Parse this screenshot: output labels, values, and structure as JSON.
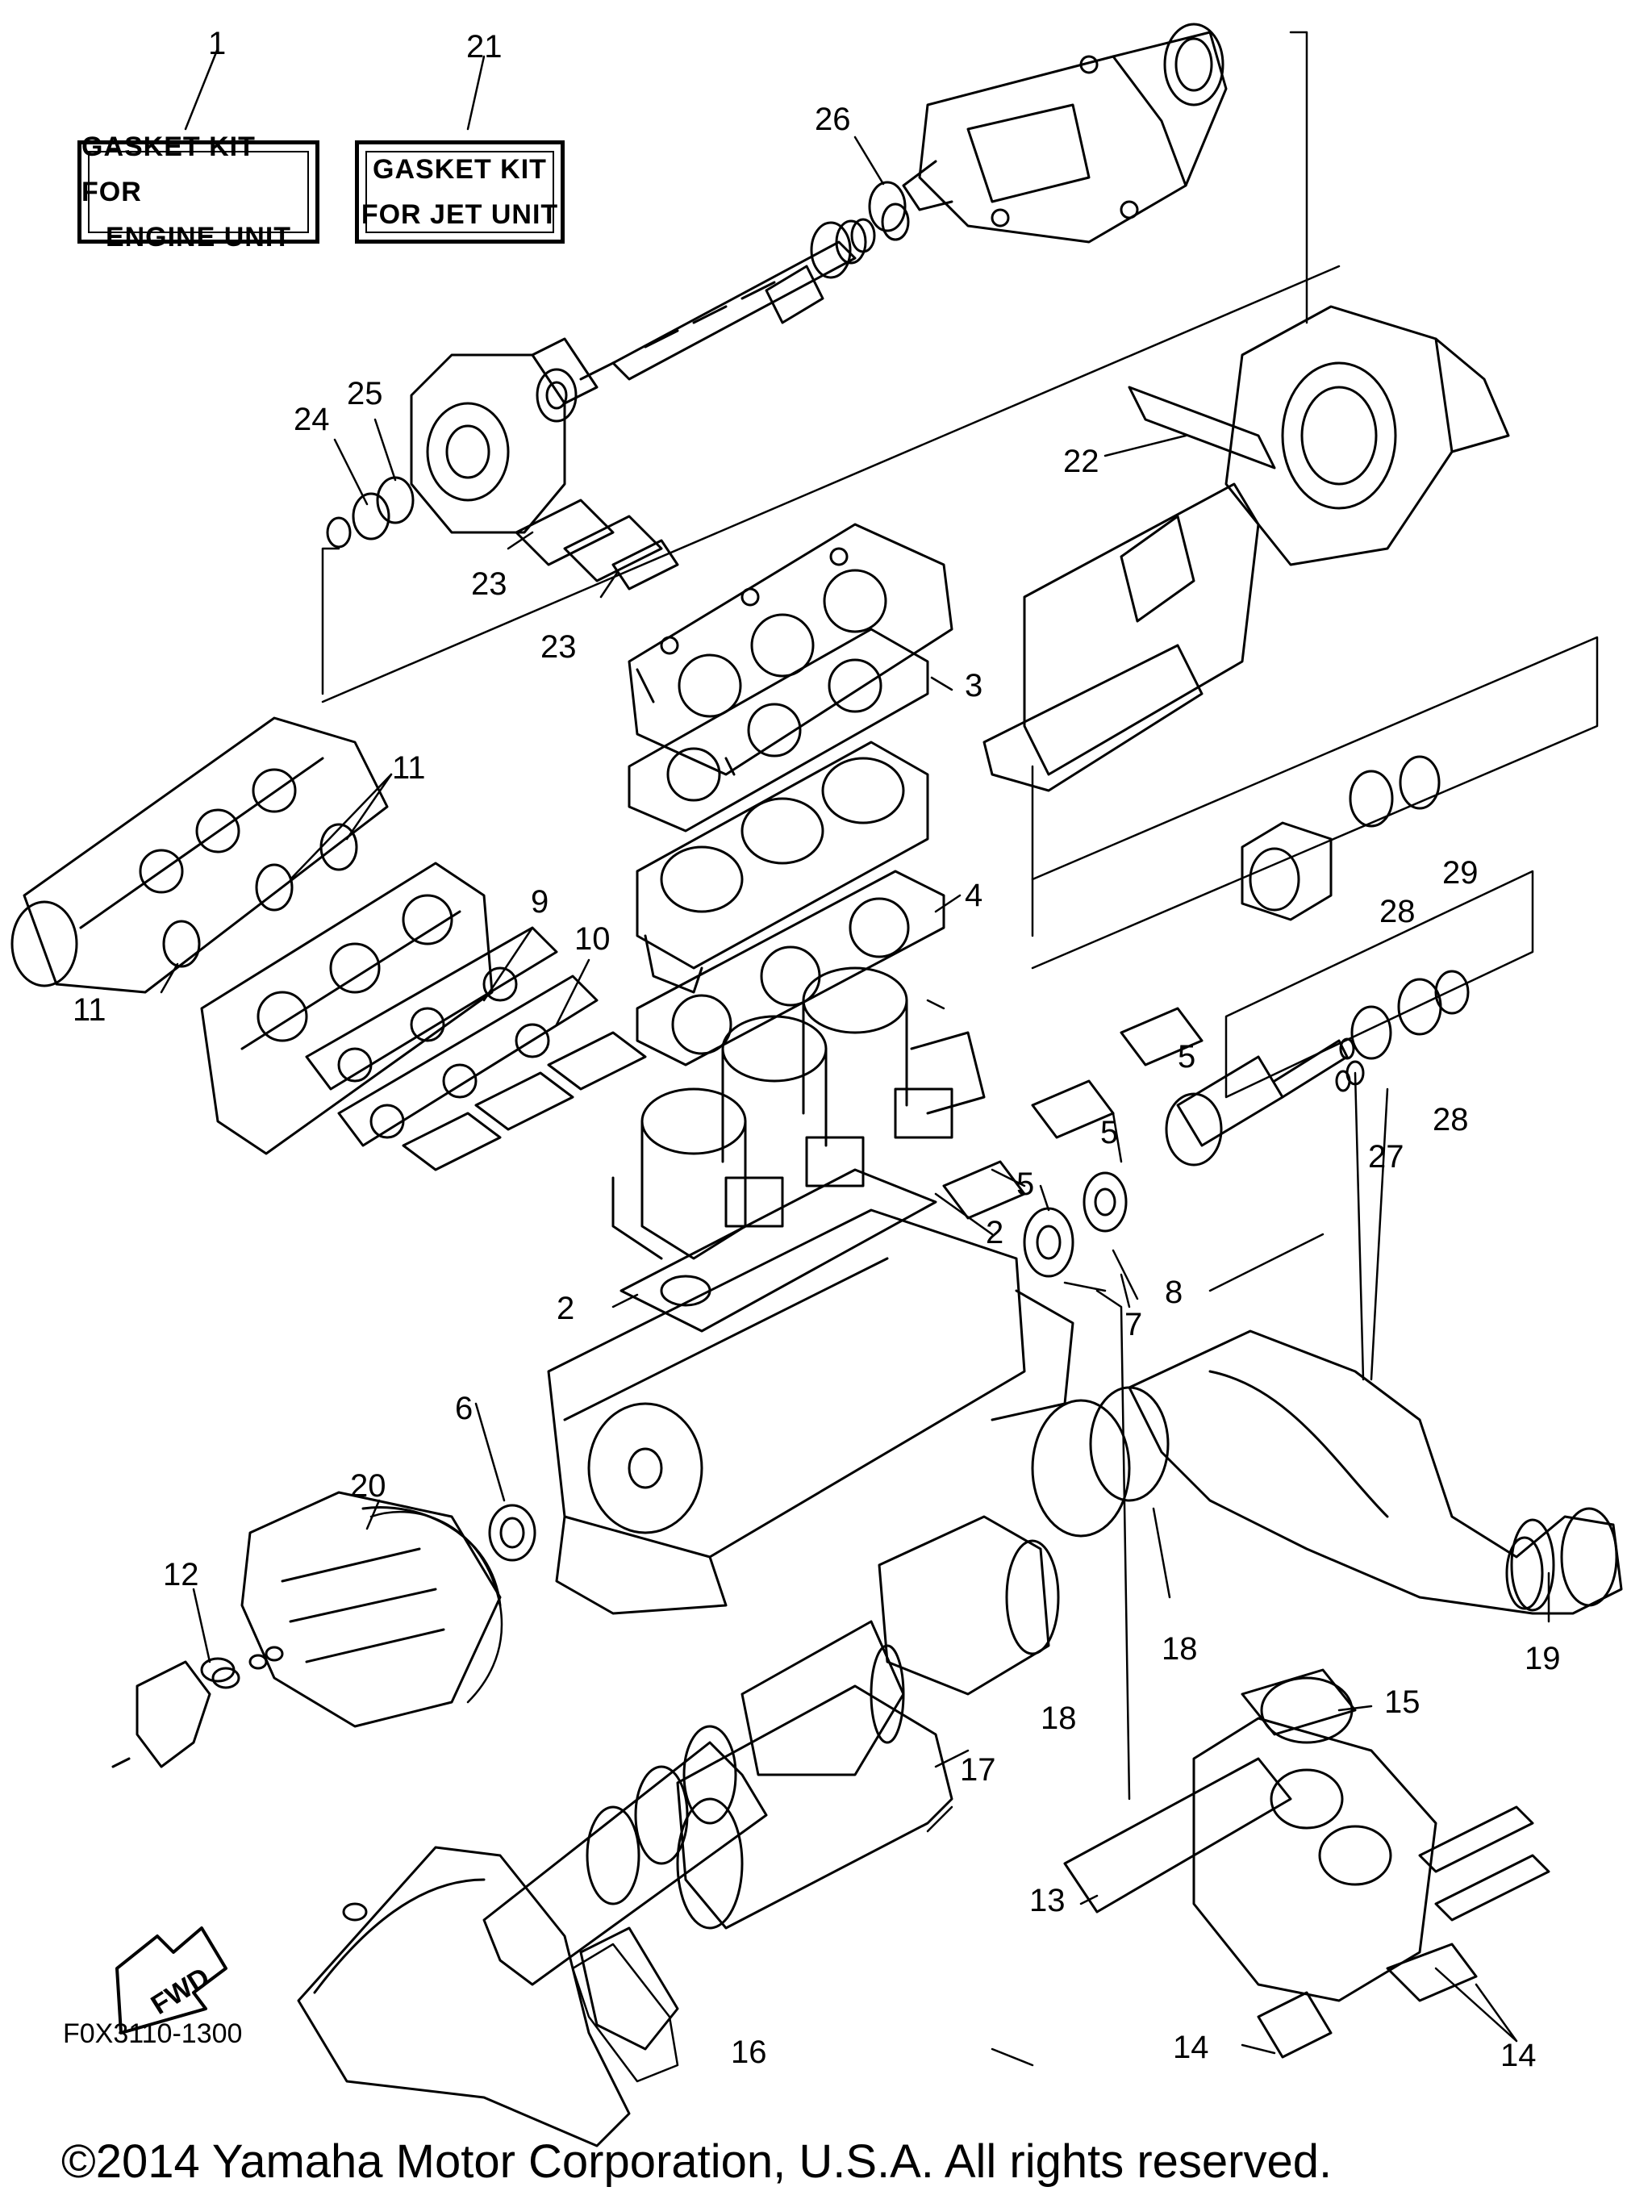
{
  "kits": {
    "engine": {
      "line1": "GASKET KIT FOR",
      "line2": "ENGINE UNIT"
    },
    "jet": {
      "line1": "GASKET KIT",
      "line2": "FOR JET UNIT"
    }
  },
  "callouts": {
    "n1": "1",
    "n21": "21",
    "n26": "26",
    "n24": "24",
    "n25": "25",
    "n22": "22",
    "n23a": "23",
    "n23b": "23",
    "n3": "3",
    "n11a": "11",
    "n11b": "11",
    "n9": "9",
    "n10": "10",
    "n4": "4",
    "n28a": "28",
    "n29": "29",
    "n5a": "5",
    "n5b": "5",
    "n5c": "5",
    "n27": "27",
    "n28b": "28",
    "n2a": "2",
    "n2b": "2",
    "n8": "8",
    "n7": "7",
    "n6": "6",
    "n20": "20",
    "n12": "12",
    "n18a": "18",
    "n18b": "18",
    "n19": "19",
    "n15": "15",
    "n17": "17",
    "n13": "13",
    "n16": "16",
    "n14a": "14",
    "n14b": "14"
  },
  "direction_arrow": {
    "label": "FWD"
  },
  "diagram_code": "F0X3110-1300",
  "copyright": "©2014 Yamaha Motor Corporation, U.S.A. All rights reserved."
}
